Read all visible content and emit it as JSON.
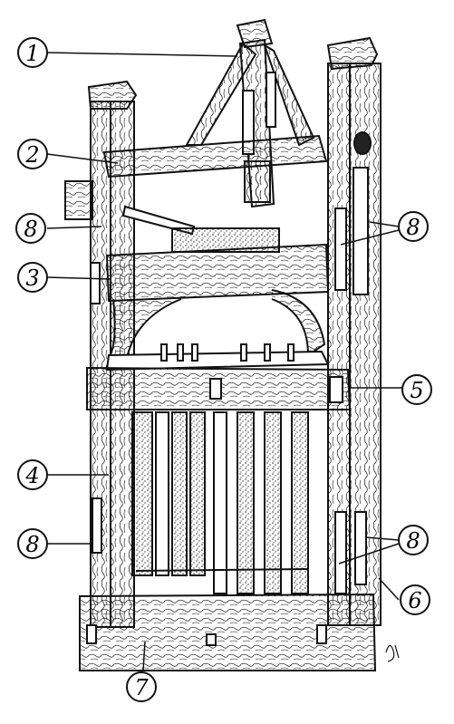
{
  "callouts": [
    {
      "id": "c1",
      "label": "1"
    },
    {
      "id": "c2",
      "label": "2"
    },
    {
      "id": "c8a",
      "label": "8"
    },
    {
      "id": "c8b",
      "label": "8"
    },
    {
      "id": "c3",
      "label": "3"
    },
    {
      "id": "c5",
      "label": "5"
    },
    {
      "id": "c4",
      "label": "4"
    },
    {
      "id": "c8c",
      "label": "8"
    },
    {
      "id": "c8d",
      "label": "8"
    },
    {
      "id": "c6",
      "label": "6"
    },
    {
      "id": "c7",
      "label": "7"
    }
  ],
  "colors": {
    "ink": "#111111",
    "paper": "#ffffff",
    "stipple": "#555555"
  }
}
